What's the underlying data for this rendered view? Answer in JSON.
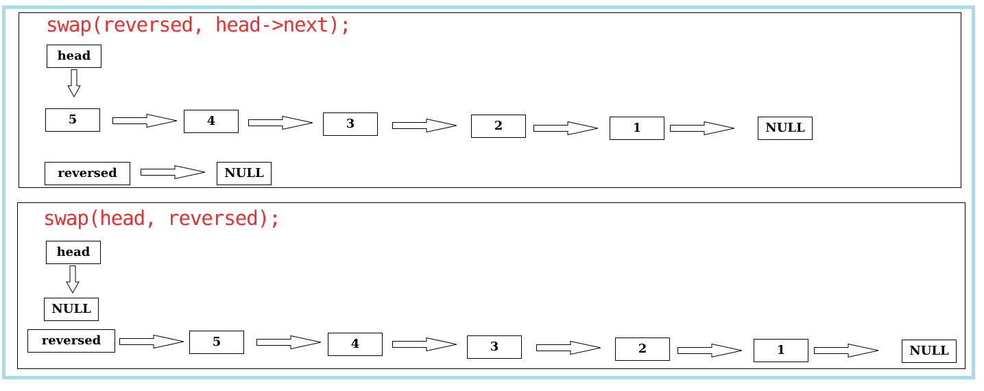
{
  "panels": [
    {
      "code": "swap(reversed, head->next);",
      "head_label": "head",
      "list": [
        "5",
        "4",
        "3",
        "2",
        "1",
        "NULL"
      ],
      "reversed_label": "reversed",
      "reversed_target": "NULL"
    },
    {
      "code": "swap(head, reversed);",
      "head_label": "head",
      "head_target": "NULL",
      "reversed_label": "reversed",
      "list": [
        "5",
        "4",
        "3",
        "2",
        "1",
        "NULL"
      ]
    }
  ],
  "colors": {
    "code": "#e8302f",
    "frame_border": "#a8dbe9",
    "stroke": "#000000"
  },
  "icons": {
    "right_arrow": "hollow-right-arrow-icon",
    "down_arrow": "hollow-down-arrow-icon"
  }
}
